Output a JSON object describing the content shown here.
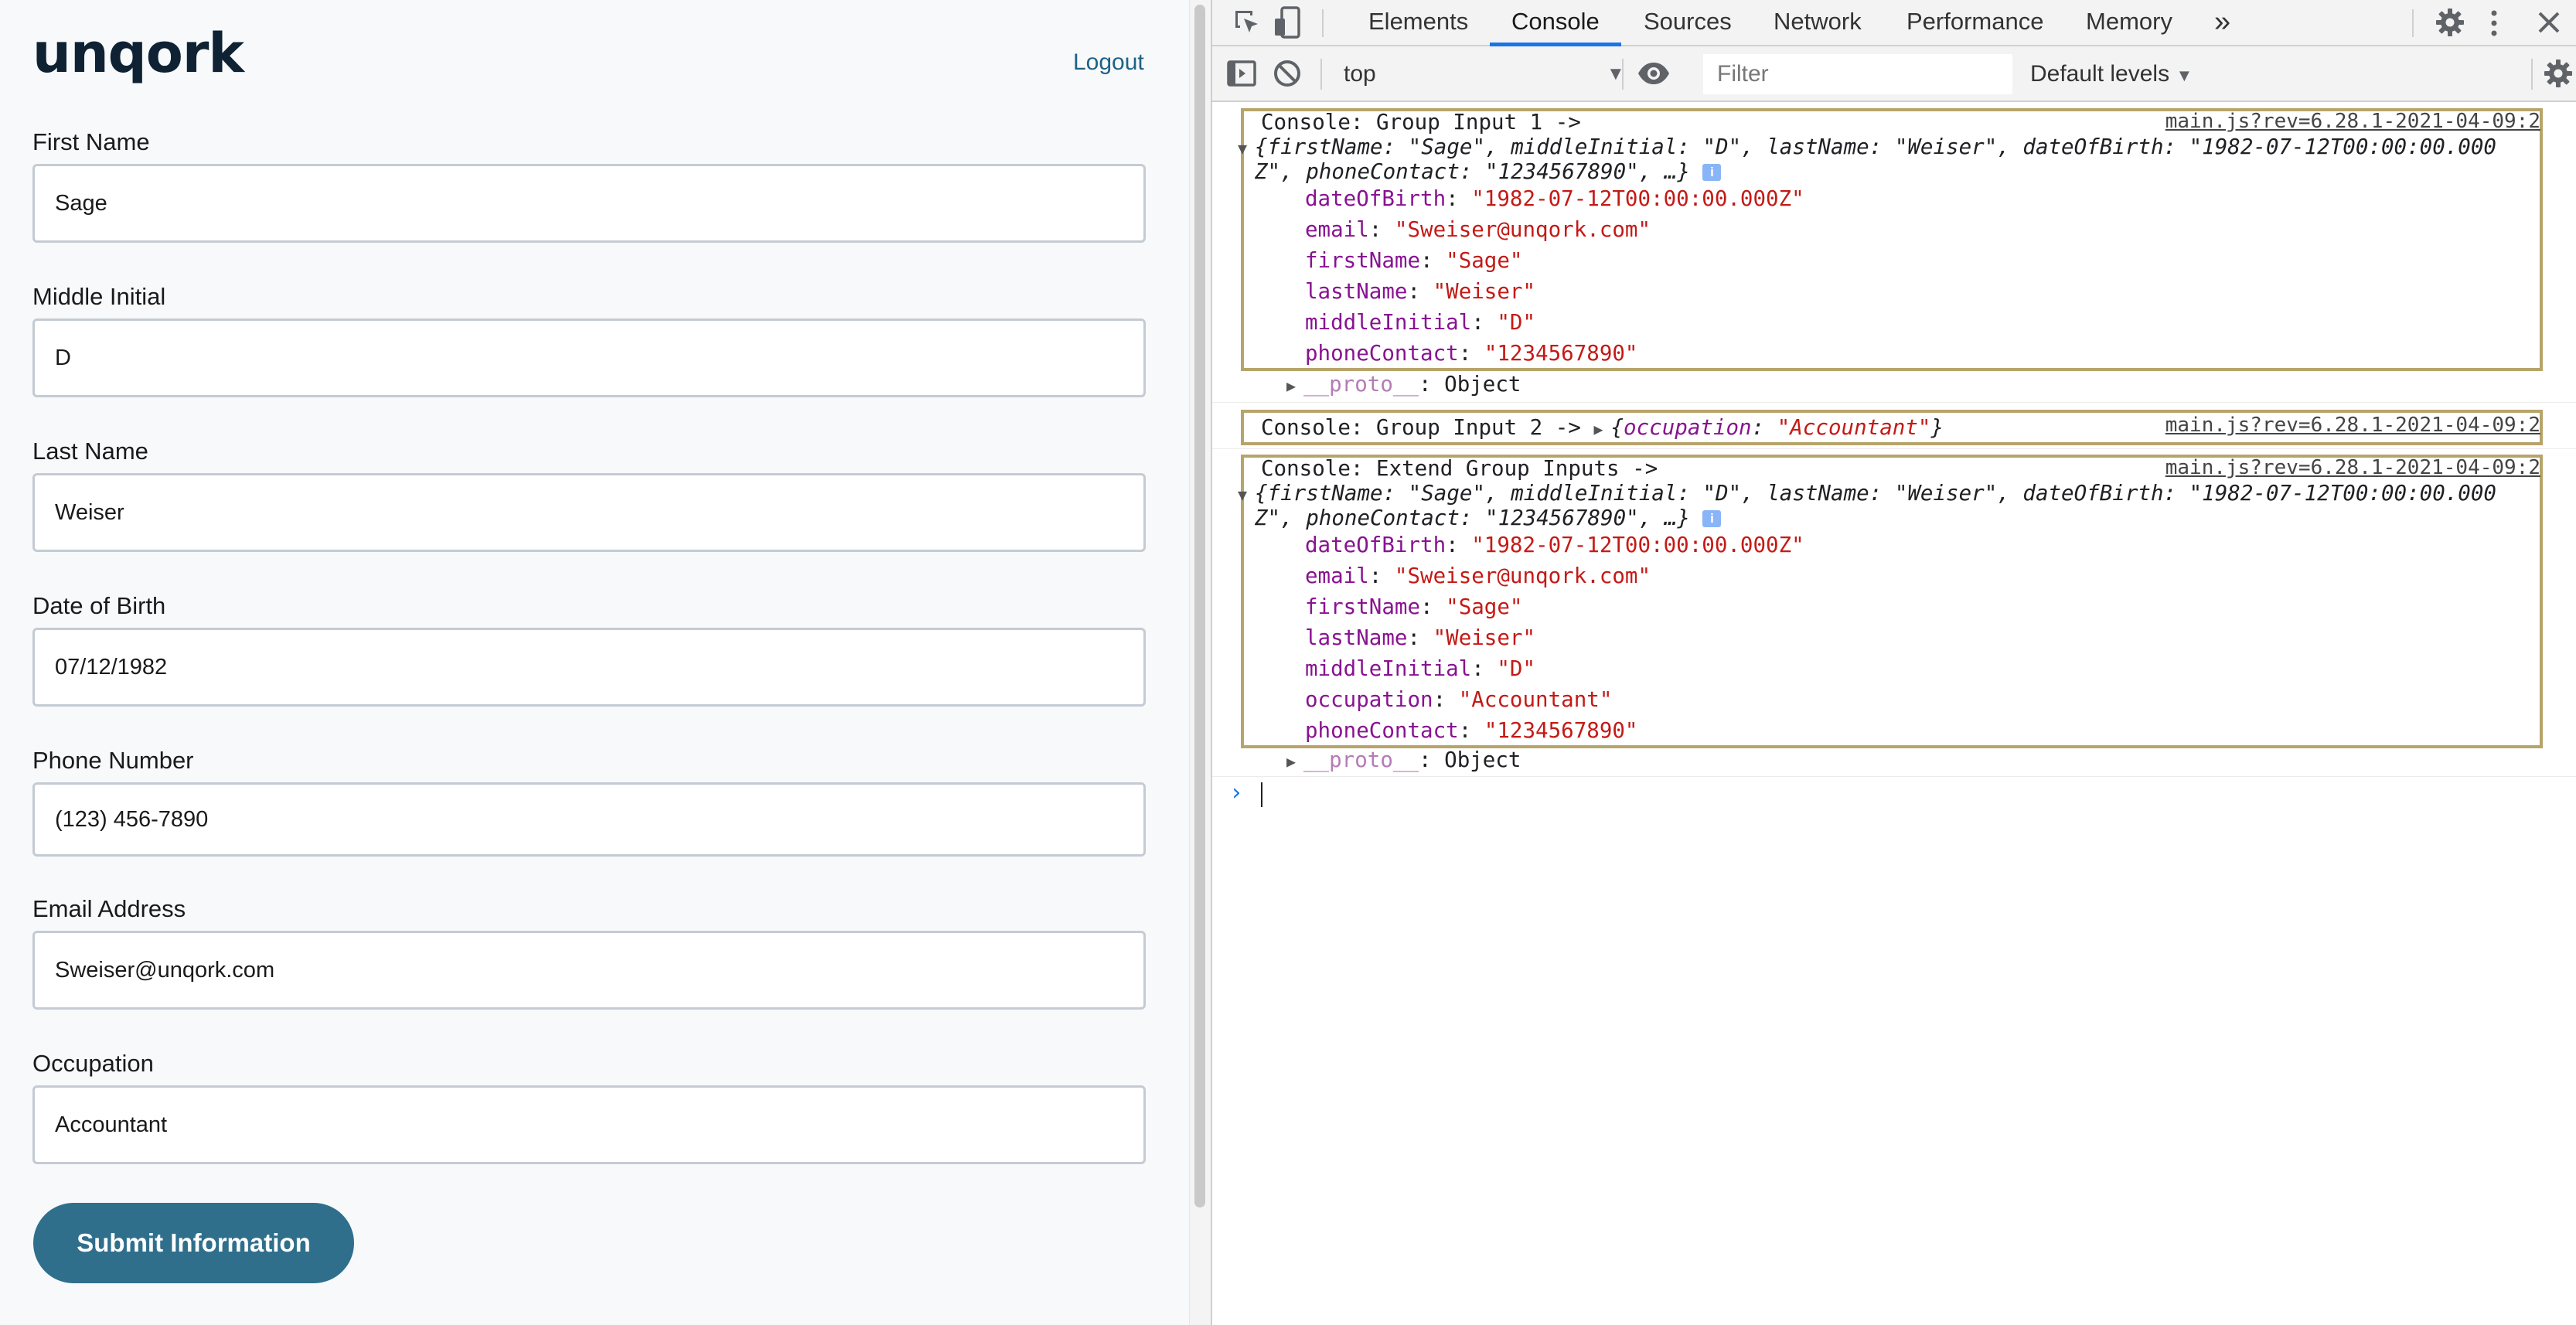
{
  "app": {
    "logo": "unqork",
    "logout": "Logout",
    "fields": [
      {
        "label": "First Name",
        "value": "Sage"
      },
      {
        "label": "Middle Initial",
        "value": "D"
      },
      {
        "label": "Last Name",
        "value": "Weiser"
      },
      {
        "label": "Date of Birth",
        "value": "07/12/1982"
      },
      {
        "label": "Phone Number",
        "value": "(123) 456-7890"
      },
      {
        "label": "Email Address",
        "value": "Sweiser@unqork.com"
      },
      {
        "label": "Occupation",
        "value": "Accountant"
      }
    ],
    "submit": "Submit Information",
    "brand_color": "#2f6f8c"
  },
  "devtools": {
    "tabs": [
      "Elements",
      "Console",
      "Sources",
      "Network",
      "Performance",
      "Memory"
    ],
    "active_tab": "Console",
    "more_tabs": "»",
    "context": "top",
    "filter_placeholder": "Filter",
    "levels": "Default levels",
    "accent_color": "#1a73e8"
  },
  "console": {
    "source_link": "main.js?rev=6.28.1-2021-04-09:2",
    "group1": {
      "header": "Console: Group Input 1 ->",
      "summary_1": "{firstName: \"Sage\", middleInitial: \"D\", lastName: \"Weiser\", dateOfBirth: \"1982-07-12T00:00:00.000",
      "summary_2": "Z\", phoneContact: \"1234567890\", …}",
      "props": [
        {
          "key": "dateOfBirth",
          "value": "\"1982-07-12T00:00:00.000Z\""
        },
        {
          "key": "email",
          "value": "\"Sweiser@unqork.com\""
        },
        {
          "key": "firstName",
          "value": "\"Sage\""
        },
        {
          "key": "lastName",
          "value": "\"Weiser\""
        },
        {
          "key": "middleInitial",
          "value": "\"D\""
        },
        {
          "key": "phoneContact",
          "value": "\"1234567890\""
        }
      ],
      "proto": "__proto__",
      "proto_value": "Object"
    },
    "group2": {
      "header": "Console: Group Input 2 ->",
      "summary_key": "occupation",
      "summary_value": "\"Accountant\""
    },
    "group3": {
      "header": "Console: Extend Group Inputs ->",
      "summary_1": "{firstName: \"Sage\", middleInitial: \"D\", lastName: \"Weiser\", dateOfBirth: \"1982-07-12T00:00:00.000",
      "summary_2": "Z\", phoneContact: \"1234567890\", …}",
      "props": [
        {
          "key": "dateOfBirth",
          "value": "\"1982-07-12T00:00:00.000Z\""
        },
        {
          "key": "email",
          "value": "\"Sweiser@unqork.com\""
        },
        {
          "key": "firstName",
          "value": "\"Sage\""
        },
        {
          "key": "lastName",
          "value": "\"Weiser\""
        },
        {
          "key": "middleInitial",
          "value": "\"D\""
        },
        {
          "key": "occupation",
          "value": "\"Accountant\""
        },
        {
          "key": "phoneContact",
          "value": "\"1234567890\""
        }
      ],
      "proto": "__proto__",
      "proto_value": "Object"
    },
    "prompt": "›"
  }
}
